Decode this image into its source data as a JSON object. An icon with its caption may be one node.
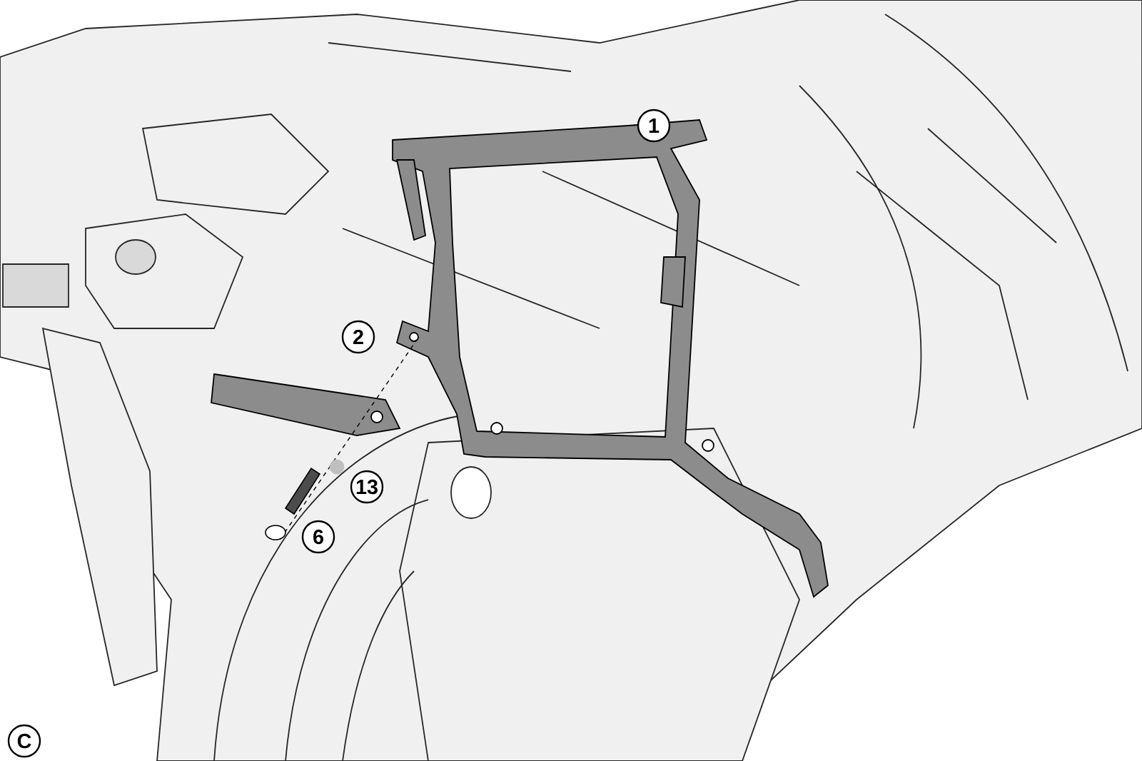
{
  "diagram": {
    "labels": [
      "1",
      "2",
      "13",
      "6",
      "C"
    ]
  }
}
